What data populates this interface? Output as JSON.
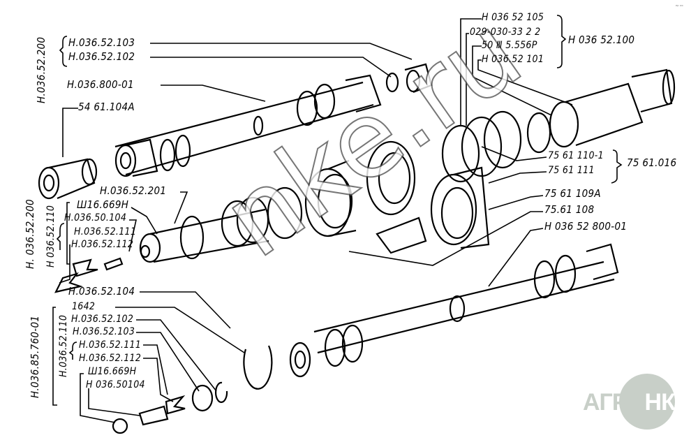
{
  "corner_mark": "ᵉᵖ ᵒᵒ",
  "watermark": "nke.ru",
  "logo": {
    "text_left": "АГРО",
    "text_right": "НКА"
  },
  "labels_top_left": {
    "group_vertical": "Н.036.52.200",
    "braced": [
      "Н.036.52.103",
      "Н.036.52.102"
    ],
    "hose": "Н.036.800-01",
    "fitting": "54 61.104А"
  },
  "labels_top_right": {
    "braced": [
      "Н 036 52 105",
      "029-030-33 2 2",
      "50 Ⅲ 5.556Р",
      "Н 036.52 101"
    ],
    "group": "Н 036 52.100"
  },
  "labels_right": {
    "braced": [
      "75 61 110-1",
      "75 61 111"
    ],
    "group": "75 61.016",
    "items": [
      "75 61 109А",
      "75.61 108",
      "Н 036 52 800-01"
    ]
  },
  "labels_mid_left": {
    "group_vertical": "Н. 036.52.200",
    "sub_vertical": "Н 036.52.110",
    "items": [
      "Н.036.52.201",
      "Ш16.669Н",
      "Н.036.50.104",
      "Н.036.52.111",
      "Н.036.52.112",
      "Н.036.52.104"
    ]
  },
  "labels_bottom_left": {
    "group_vertical": "Н.036.85.760-01",
    "sub_vertical": "Н.036.52.110",
    "items": [
      "1642",
      "Н.036.52.102",
      "Н.036.52.103",
      "Н.036.52.111",
      "Н.036.52.112",
      "Ш16.669Н",
      "Н 036.50104"
    ]
  }
}
